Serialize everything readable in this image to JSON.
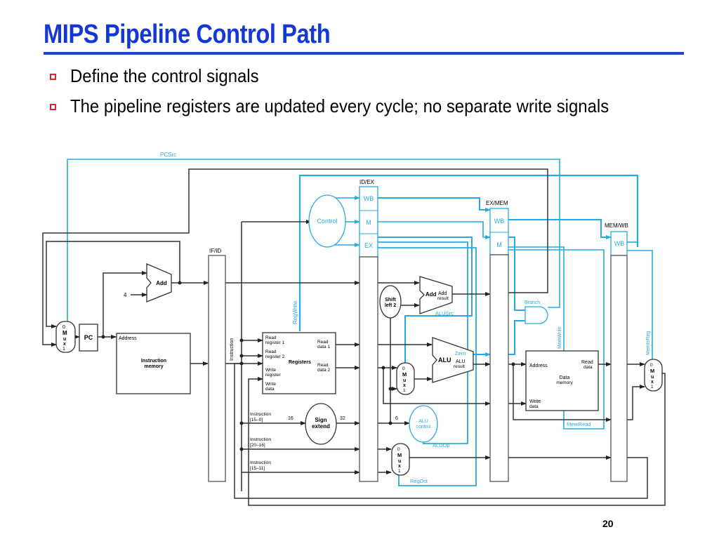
{
  "slide": {
    "title": "MIPS Pipeline Control Path",
    "bullets": [
      "Define the control signals",
      "The pipeline registers are updated every cycle; no separate write signals"
    ],
    "page_number": "20"
  },
  "colors": {
    "title": "#1438d6",
    "bullet_marker": "#d4283a",
    "control_wire": "#29a9e0",
    "data_wire": "#333333"
  },
  "diagram": {
    "pipeline_registers": {
      "if_id": "IF/ID",
      "id_ex": "ID/EX",
      "ex_mem": "EX/MEM",
      "mem_wb": "MEM/WB"
    },
    "control_fields": {
      "wb": "WB",
      "m": "M",
      "ex": "EX"
    },
    "units": {
      "pc": "PC",
      "add_pc": "Add",
      "const_four": "4",
      "instruction_memory": [
        "Instruction",
        "memory"
      ],
      "instruction_memory_address": "Address",
      "instruction_label": "Instruction",
      "control": "Control",
      "registers": "Registers",
      "reg_read_register_1": [
        "Read",
        "register 1"
      ],
      "reg_read_register_2": [
        "Read",
        "register 2"
      ],
      "reg_write_register": [
        "Write",
        "register"
      ],
      "reg_write_data": [
        "Write",
        "data"
      ],
      "reg_read_data_1": [
        "Read",
        "data 1"
      ],
      "reg_read_data_2": [
        "Read",
        "data 2"
      ],
      "sign_extend": [
        "Sign",
        "extend"
      ],
      "instr_15_0": [
        "Instruction",
        "[15–0]"
      ],
      "instr_20_16": [
        "Instruction",
        "[20–16]"
      ],
      "instr_15_11": [
        "Instruction",
        "[15–11]"
      ],
      "width_16": "16",
      "width_32": "32",
      "width_6": "6",
      "shift_left_2": [
        "Shift",
        "left 2"
      ],
      "add_branch": "Add",
      "add_result": [
        "Add",
        "result"
      ],
      "alu": "ALU",
      "alu_zero": "Zero",
      "alu_result": [
        "ALU",
        "result"
      ],
      "alu_control": [
        "ALU",
        "control"
      ],
      "data_memory": [
        "Data",
        "memory"
      ],
      "data_memory_address": "Address",
      "data_memory_read_data": [
        "Read",
        "data"
      ],
      "data_memory_write_data": [
        "Write",
        "data"
      ],
      "mux_labels": [
        "0",
        "M",
        "u",
        "x",
        "1"
      ]
    },
    "control_signals": {
      "pcsrc": "PCSrc",
      "regwrite": "RegWrite",
      "alusrc": "ALUSrc",
      "aluop": "ALUOp",
      "regdst": "RegDst",
      "branch": "Branch",
      "memwrite": "MemWrite",
      "memread": "MemRead",
      "memtoreg": "MemtoReg"
    }
  }
}
